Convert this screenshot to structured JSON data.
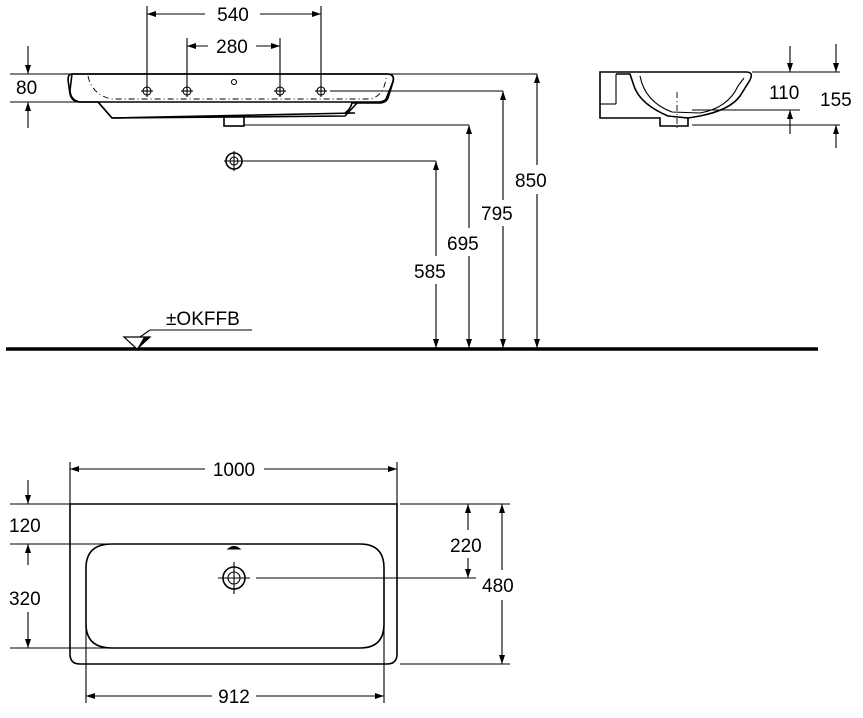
{
  "front_view": {
    "tap_spacing_outer": "540",
    "tap_spacing_inner": "280",
    "rim_thickness": "80",
    "height_rim": "850",
    "height_overflow": "795",
    "height_waste": "695",
    "height_trap": "585",
    "floor_reference": "±OKFFB"
  },
  "side_view": {
    "bowl_depth": "110",
    "total_depth": "155"
  },
  "top_view": {
    "overall_width": "1000",
    "rear_margin": "120",
    "drain_offset": "220",
    "bowl_depth_plan": "320",
    "overall_depth": "480",
    "bowl_width": "912"
  }
}
